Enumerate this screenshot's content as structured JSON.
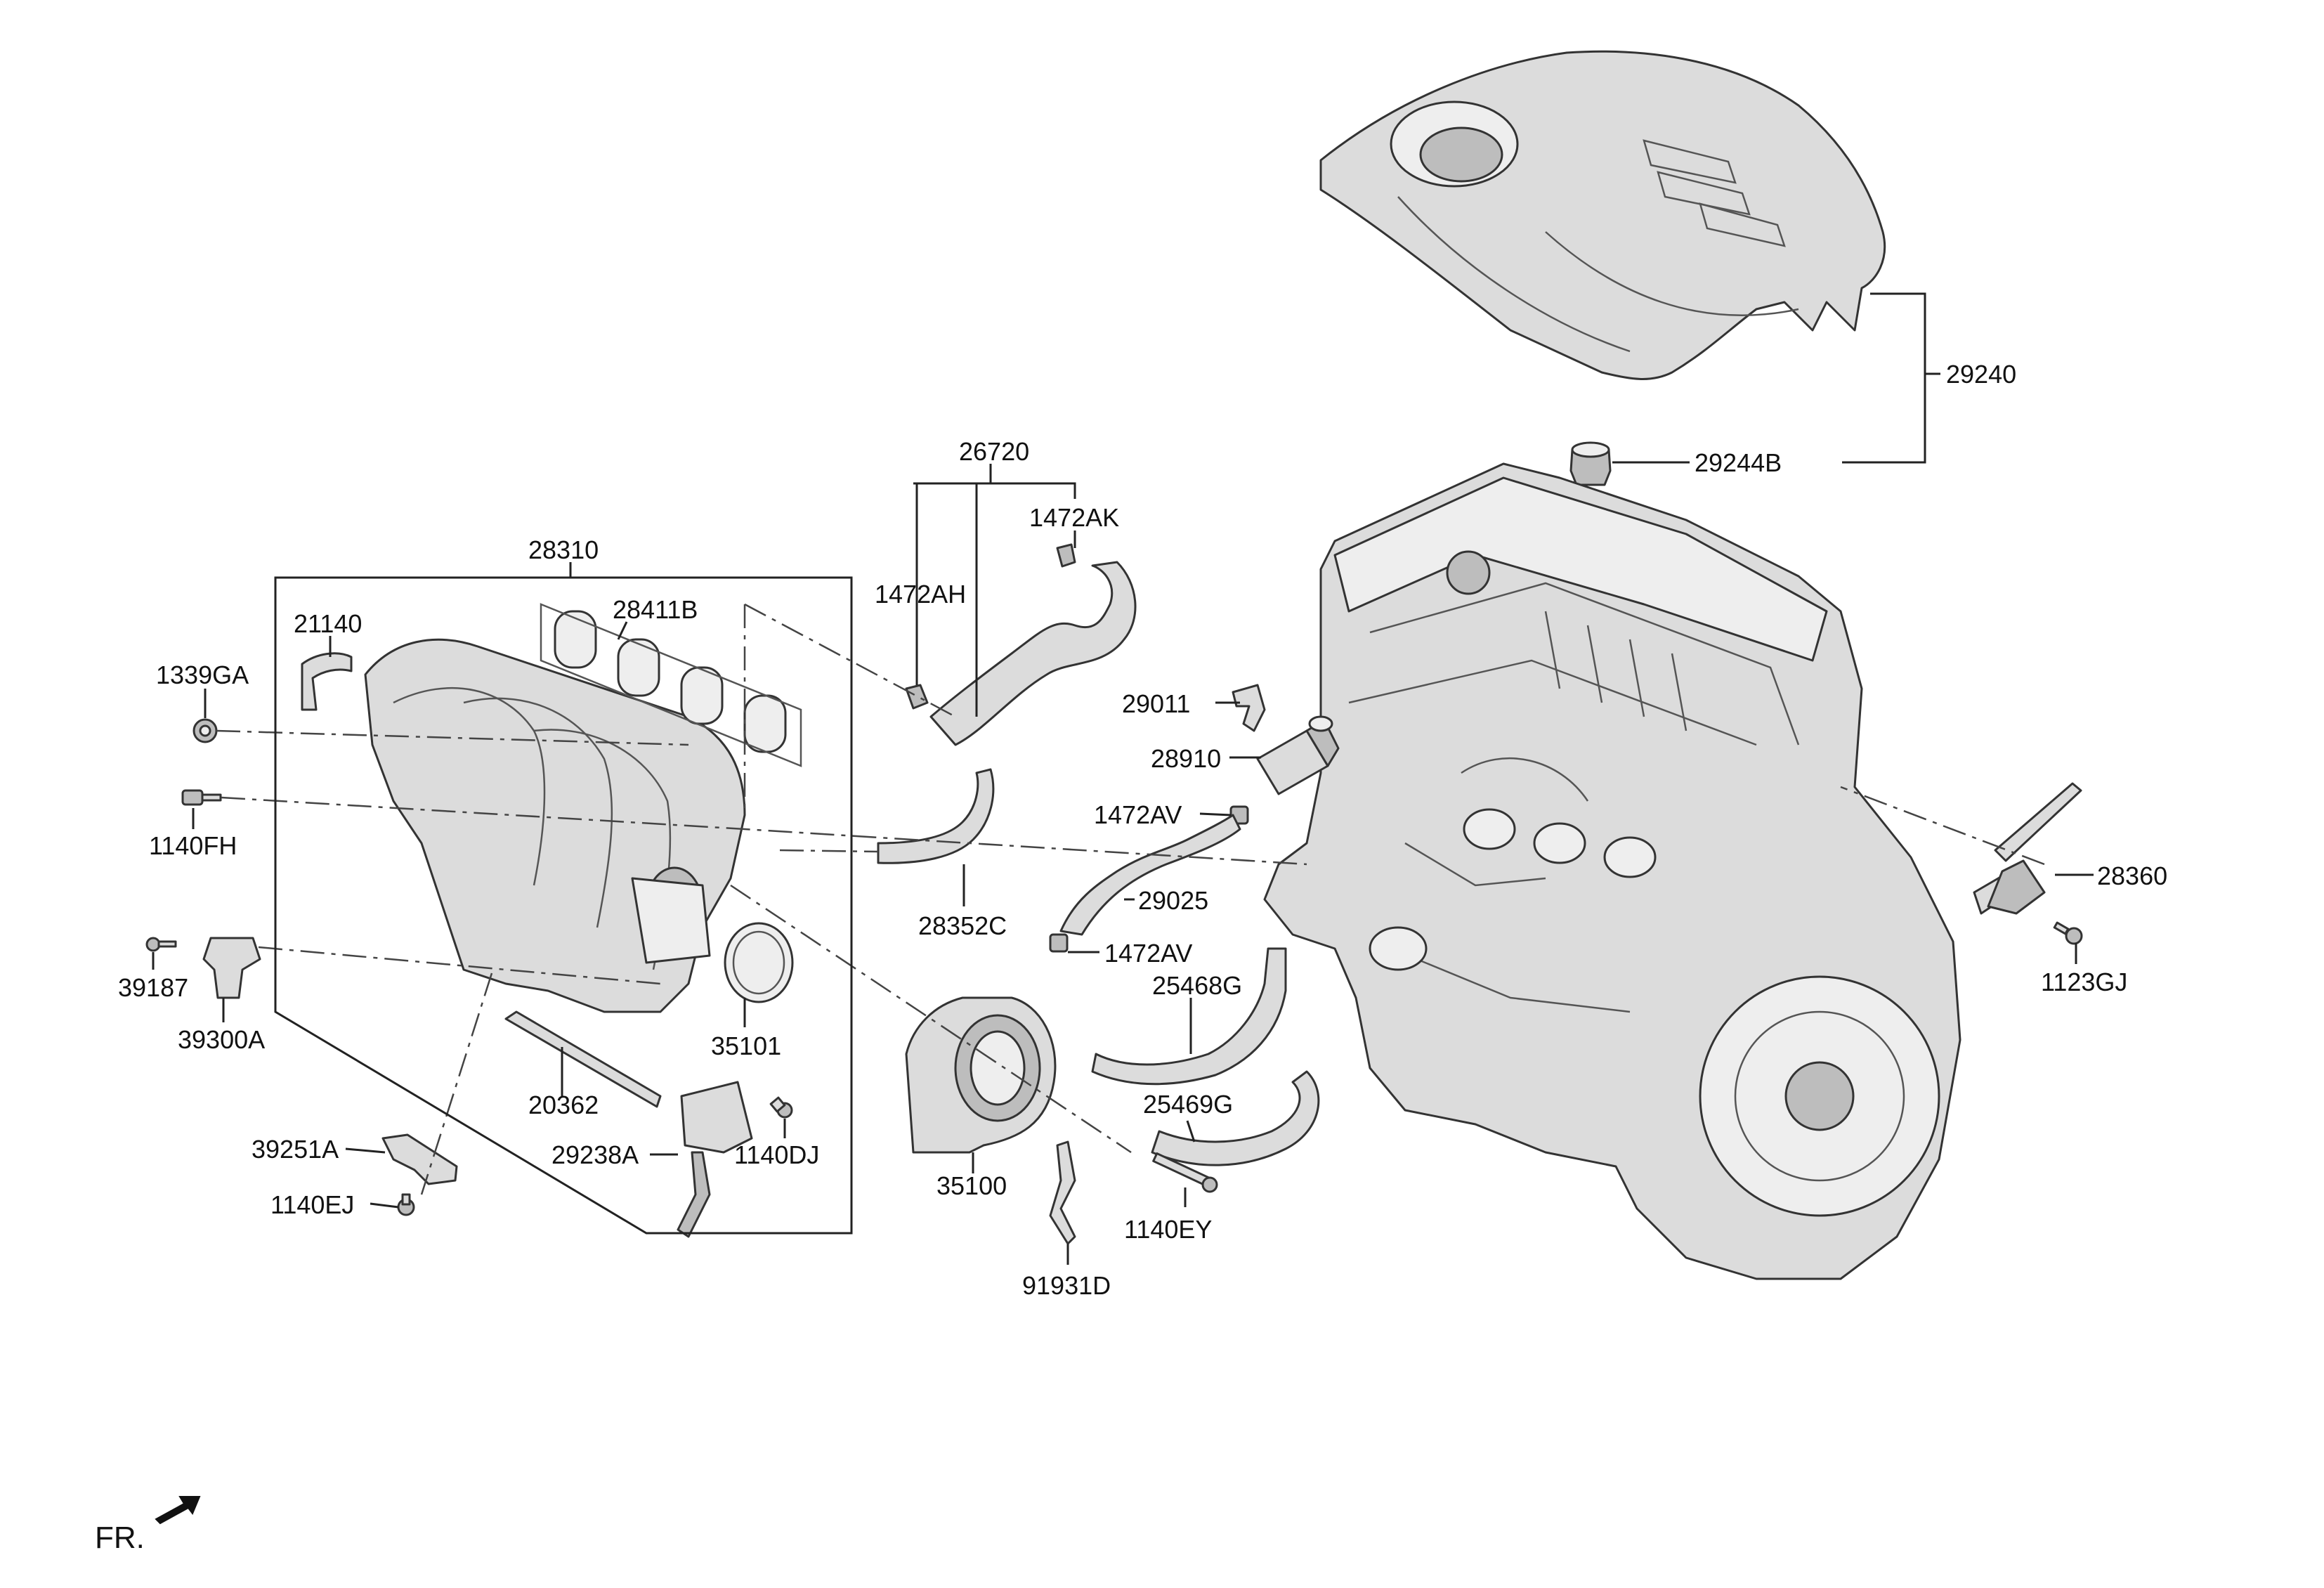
{
  "diagram": {
    "callouts": {
      "c29240": "29240",
      "c29244B": "29244B",
      "c26720": "26720",
      "c1472AK": "1472AK",
      "c1472AH": "1472AH",
      "c28310": "28310",
      "c21140": "21140",
      "c28411B": "28411B",
      "c1339GA": "1339GA",
      "c1140FH": "1140FH",
      "c29011": "29011",
      "c28910": "28910",
      "c1472AV_top": "1472AV",
      "c28352C": "28352C",
      "c29025": "29025",
      "c1472AV_bottom": "1472AV",
      "c25468G": "25468G",
      "c28360": "28360",
      "c1123GJ": "1123GJ",
      "c39187": "39187",
      "c39300A": "39300A",
      "c35101": "35101",
      "c20362": "20362",
      "c25469G": "25469G",
      "c39251A": "39251A",
      "c29238A": "29238A",
      "c1140DJ": "1140DJ",
      "c35100": "35100",
      "c1140EJ": "1140EJ",
      "c1140EY": "1140EY",
      "c91931D": "91931D"
    },
    "orientation_label": "FR."
  }
}
